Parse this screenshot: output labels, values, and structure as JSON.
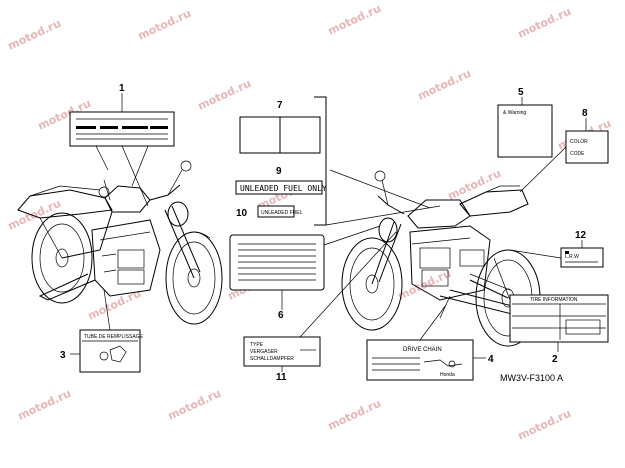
{
  "watermark": "motod.ru",
  "figure_code": "MW3V-F3100 A",
  "callouts": [
    "1",
    "2",
    "3",
    "4",
    "5",
    "6",
    "7",
    "8",
    "9",
    "10",
    "11",
    "12"
  ],
  "labels": {
    "l3_title": "TUBE DE REMPLISSAGE",
    "l5_text": "& Warning",
    "l8_color": "COLOR",
    "l8_code": "CODE",
    "l9_text": "UNLEADED FUEL ONLY",
    "l10_text": "UNLEADED FUEL",
    "l11_line1": "TYPE",
    "l11_line2": "VERGASER",
    "l11_line3": "SCHALLDAMPFER",
    "l4_title": "DRIVE CHAIN",
    "l4_brand": "Honda",
    "l2_title": "TIRE INFORMATION",
    "l2_sub": "L.R.W"
  }
}
